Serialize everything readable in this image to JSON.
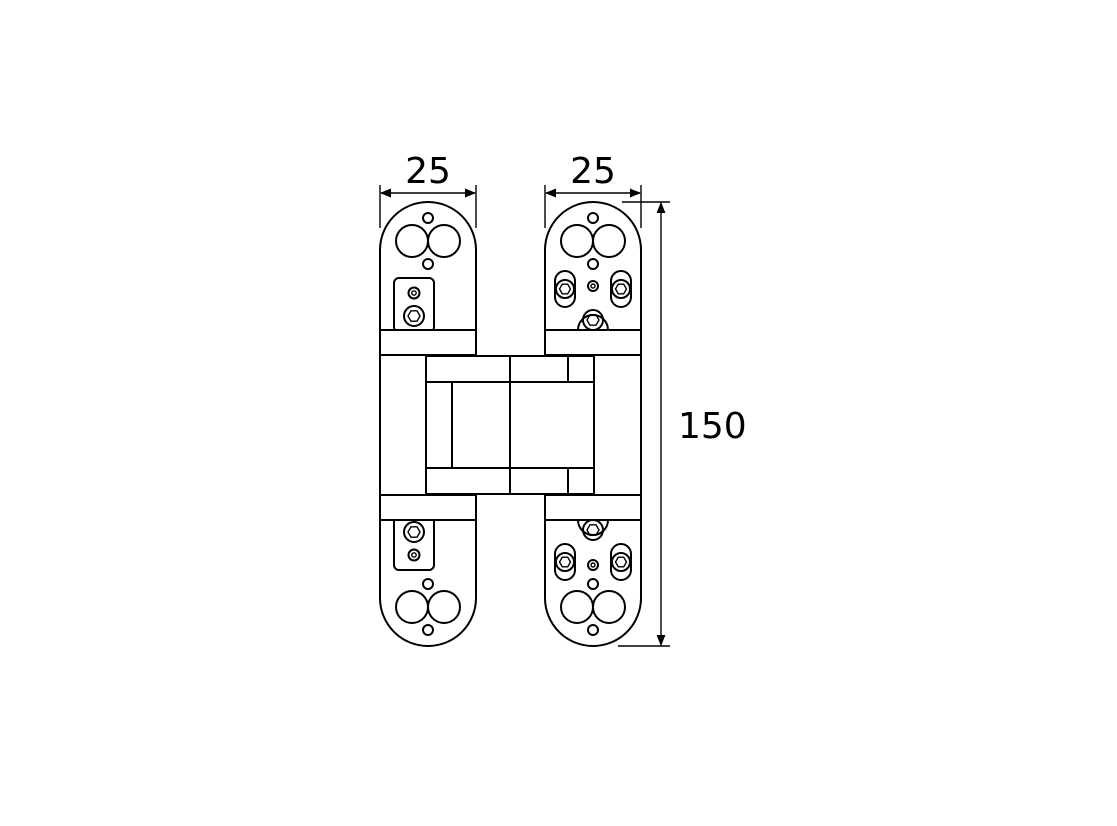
{
  "dimensions": {
    "left_width": "25",
    "right_width": "25",
    "height": "150"
  },
  "colors": {
    "line": "#000000",
    "background": "#ffffff"
  }
}
